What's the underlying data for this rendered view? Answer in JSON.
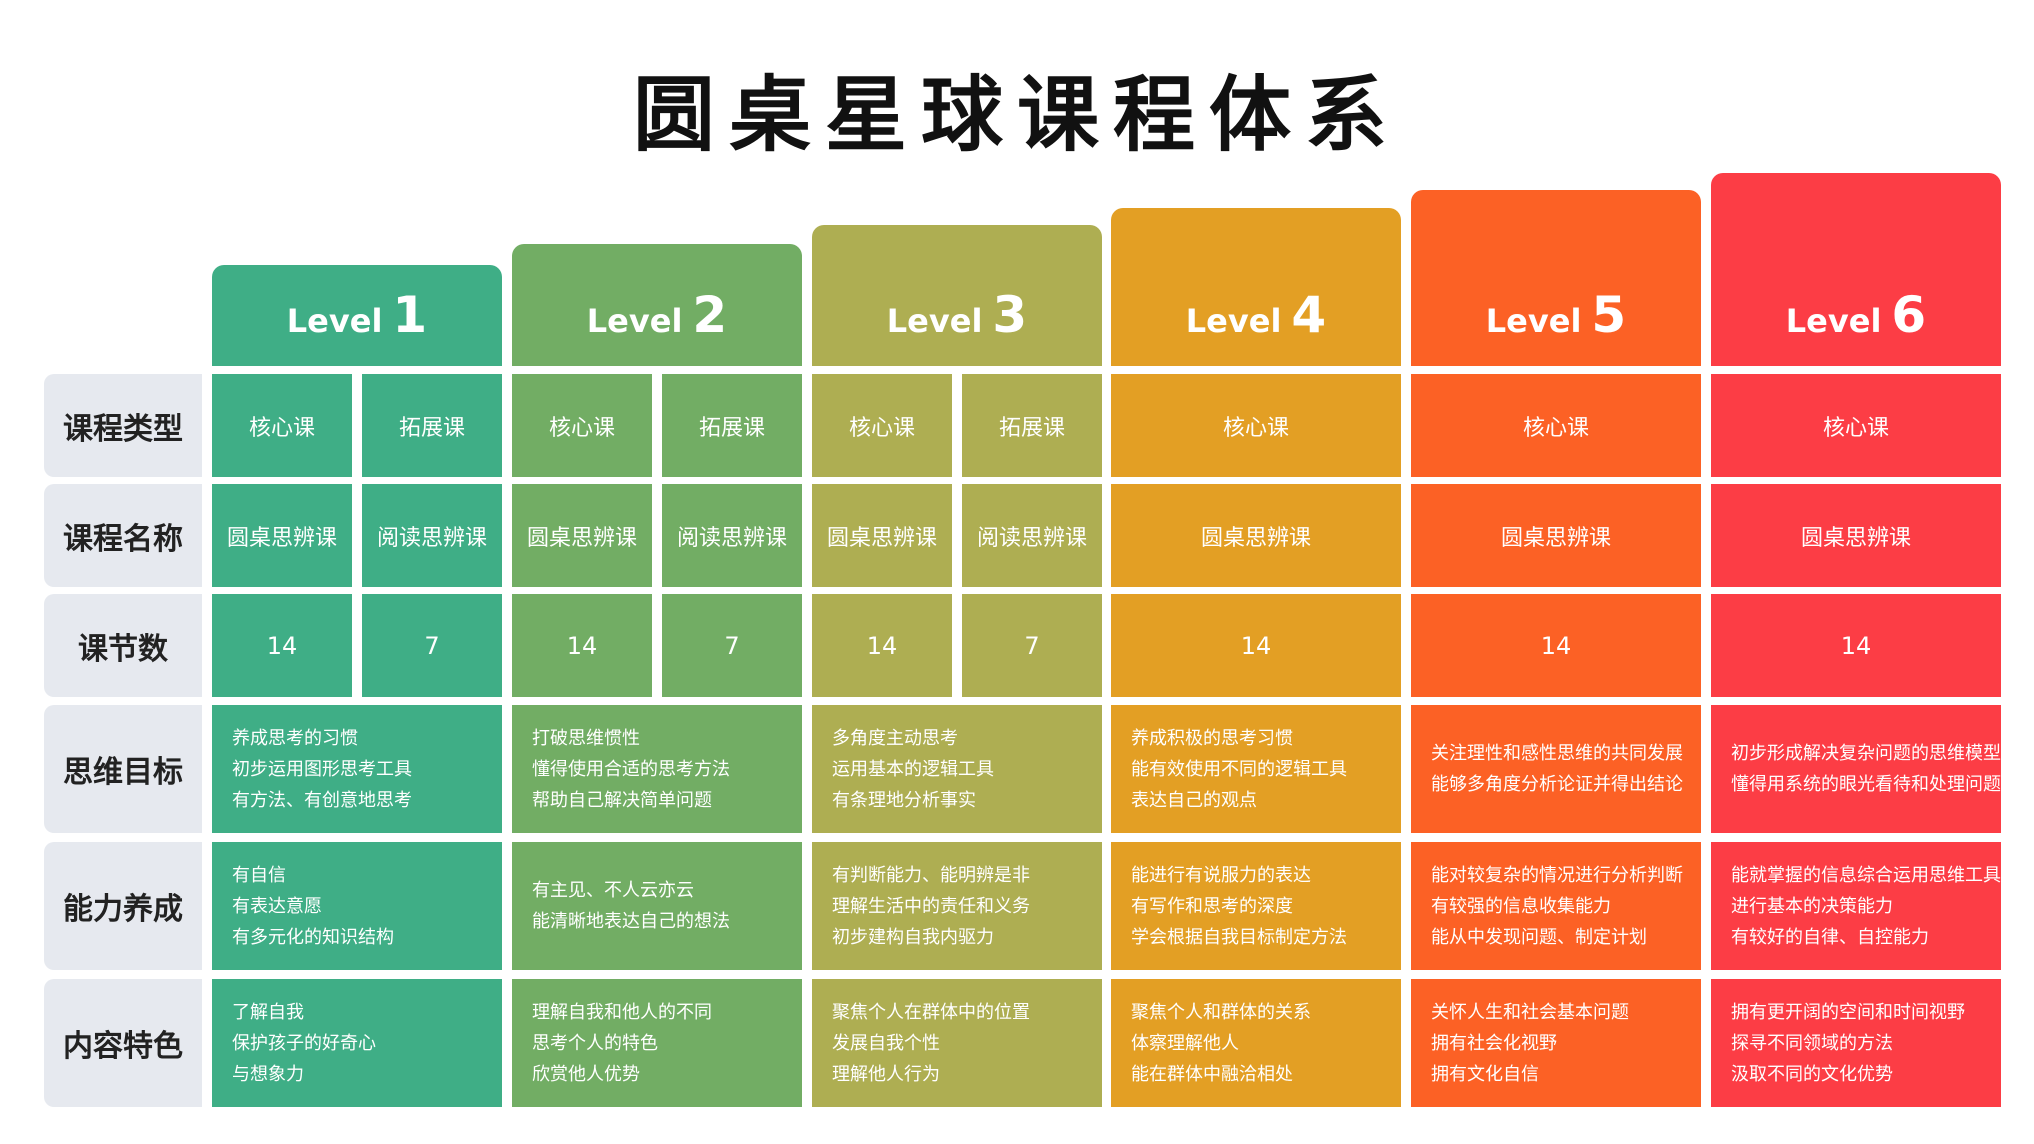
{
  "title": "圆桌星球课程体系",
  "row_headers": [
    "课程类型",
    "课程名称",
    "课节数",
    "思维目标",
    "能力养成",
    "内容特色"
  ],
  "levels": [
    {
      "word": "Level",
      "num": "1",
      "color": "#3fae86",
      "types": [
        "核心课",
        "拓展课"
      ],
      "names": [
        "圆桌思辨课",
        "阅读思辨课"
      ],
      "lessons": [
        "14",
        "7"
      ],
      "goals": [
        "养成思考的习惯",
        "初步运用图形思考工具",
        "有方法、有创意地思考"
      ],
      "abilities": [
        "有自信",
        "有表达意愿",
        "有多元化的知识结构"
      ],
      "features": [
        "了解自我",
        "保护孩子的好奇心",
        "与想象力"
      ]
    },
    {
      "word": "Level",
      "num": "2",
      "color": "#72ad64",
      "types": [
        "核心课",
        "拓展课"
      ],
      "names": [
        "圆桌思辨课",
        "阅读思辨课"
      ],
      "lessons": [
        "14",
        "7"
      ],
      "goals": [
        "打破思维惯性",
        "懂得使用合适的思考方法",
        "帮助自己解决简单问题"
      ],
      "abilities": [
        "有主见、不人云亦云",
        "能清晰地表达自己的想法"
      ],
      "features": [
        "理解自我和他人的不同",
        "思考个人的特色",
        "欣赏他人优势"
      ]
    },
    {
      "word": "Level",
      "num": "3",
      "color": "#aeae52",
      "types": [
        "核心课",
        "拓展课"
      ],
      "names": [
        "圆桌思辨课",
        "阅读思辨课"
      ],
      "lessons": [
        "14",
        "7"
      ],
      "goals": [
        "多角度主动思考",
        "运用基本的逻辑工具",
        "有条理地分析事实"
      ],
      "abilities": [
        "有判断能力、能明辨是非",
        "理解生活中的责任和义务",
        "初步建构自我内驱力"
      ],
      "features": [
        "聚焦个人在群体中的位置",
        "发展自我个性",
        "理解他人行为"
      ]
    },
    {
      "word": "Level",
      "num": "4",
      "color": "#e39f24",
      "types": [
        "核心课"
      ],
      "names": [
        "圆桌思辨课"
      ],
      "lessons": [
        "14"
      ],
      "goals": [
        "养成积极的思考习惯",
        "能有效使用不同的逻辑工具",
        "表达自己的观点"
      ],
      "abilities": [
        "能进行有说服力的表达",
        "有写作和思考的深度",
        "学会根据自我目标制定方法"
      ],
      "features": [
        "聚焦个人和群体的关系",
        "体察理解他人",
        "能在群体中融洽相处"
      ]
    },
    {
      "word": "Level",
      "num": "5",
      "color": "#fc6125",
      "types": [
        "核心课"
      ],
      "names": [
        "圆桌思辨课"
      ],
      "lessons": [
        "14"
      ],
      "goals": [
        "关注理性和感性思维的共同发展",
        "能够多角度分析论证并得出结论"
      ],
      "abilities": [
        "能对较复杂的情况进行分析判断",
        "有较强的信息收集能力",
        "能从中发现问题、制定计划"
      ],
      "features": [
        "关怀人生和社会基本问题",
        "拥有社会化视野",
        "拥有文化自信"
      ]
    },
    {
      "word": "Level",
      "num": "6",
      "color": "#fc3d45",
      "types": [
        "核心课"
      ],
      "names": [
        "圆桌思辨课"
      ],
      "lessons": [
        "14"
      ],
      "goals": [
        "初步形成解决复杂问题的思维模型",
        "懂得用系统的眼光看待和处理问题"
      ],
      "abilities": [
        "能就掌握的信息综合运用思维工具",
        "进行基本的决策能力",
        "有较好的自律、自控能力"
      ],
      "features": [
        "拥有更开阔的空间和时间视野",
        "探寻不同领域的方法",
        "汲取不同的文化优势"
      ]
    }
  ]
}
